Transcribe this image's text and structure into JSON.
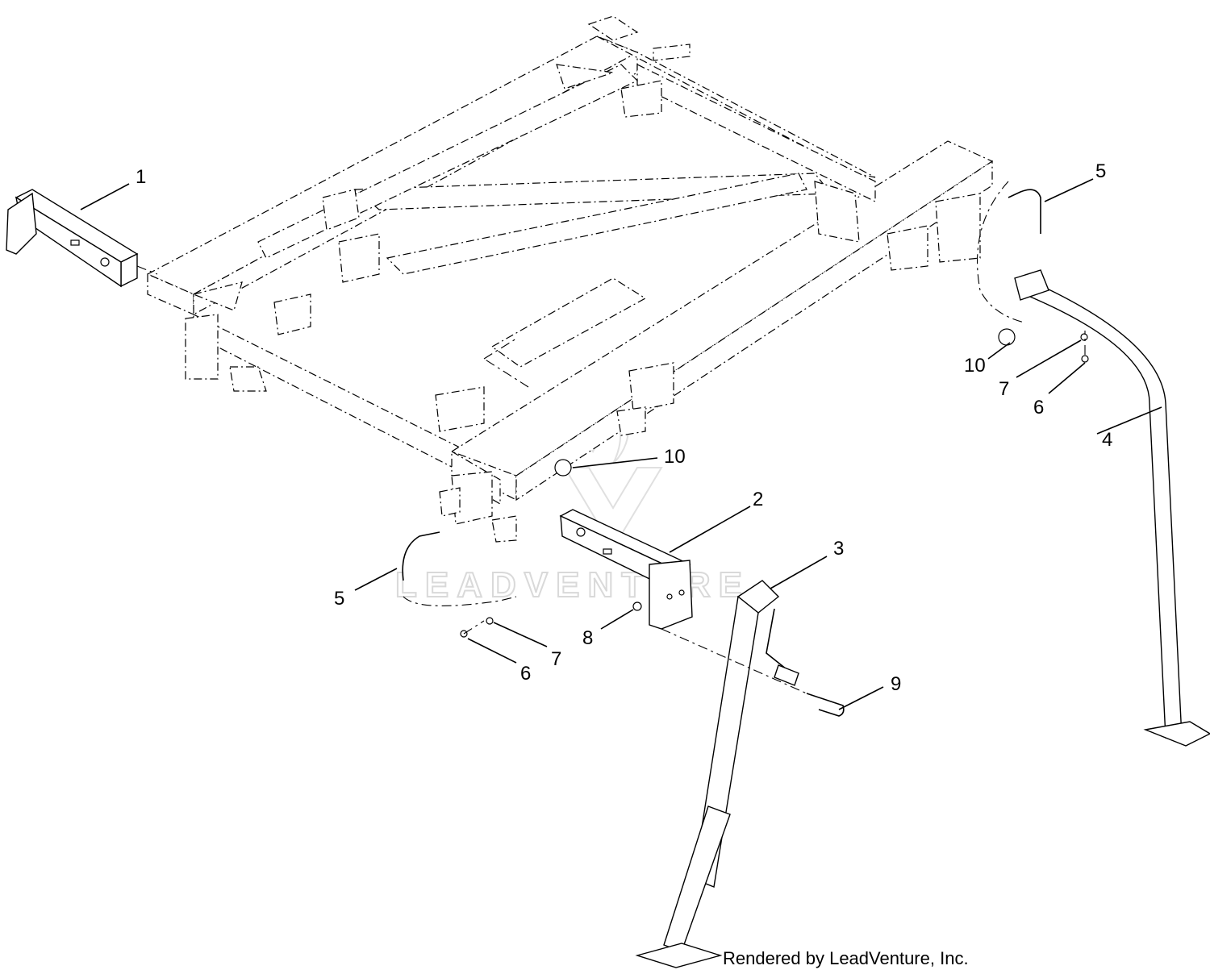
{
  "callouts": [
    {
      "id": "c1",
      "label": "1"
    },
    {
      "id": "c2",
      "label": "2"
    },
    {
      "id": "c3",
      "label": "3"
    },
    {
      "id": "c4",
      "label": "4"
    },
    {
      "id": "c5a",
      "label": "5"
    },
    {
      "id": "c5b",
      "label": "5"
    },
    {
      "id": "c6a",
      "label": "6"
    },
    {
      "id": "c6b",
      "label": "6"
    },
    {
      "id": "c7a",
      "label": "7"
    },
    {
      "id": "c7b",
      "label": "7"
    },
    {
      "id": "c8",
      "label": "8"
    },
    {
      "id": "c9",
      "label": "9"
    },
    {
      "id": "c10a",
      "label": "10"
    },
    {
      "id": "c10b",
      "label": "10"
    }
  ],
  "credit": "Rendered by LeadVenture, Inc.",
  "watermark": "LEADVENTURE",
  "colors": {
    "line": "#000000",
    "background": "#ffffff",
    "watermark": "#d9d9d9"
  }
}
